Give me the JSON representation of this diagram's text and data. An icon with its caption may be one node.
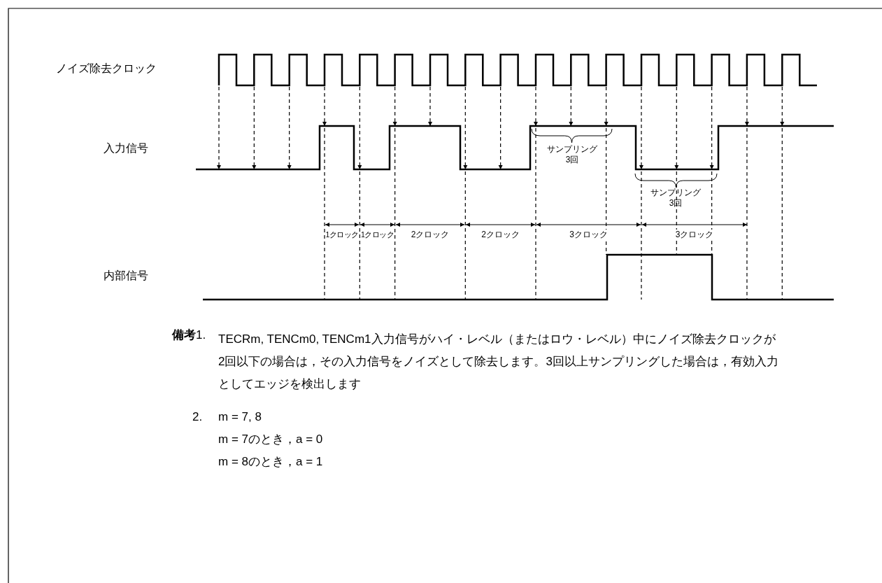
{
  "diagram": {
    "labels": [
      "ノイズ除去クロック",
      "入力信号",
      "サンプリング3回",
      "サンプリング3回",
      "1クロック",
      "1クロック",
      "2クロック",
      "2クロック",
      "3クロック",
      "3クロック",
      "内部信号",
      "**備考**1.",
      "TECRm, TENCm0, TENCm1入力信号がハイ・レベル（またはロウ・レベル）中にノイズ除去クロックが2回以下の場合は，その入力信号をノイズとして除去します。3回以上サンプリングした場合は，有効入力としてエッジを検出します",
      "2.",
      "m = 7, 8",
      "m = 7のとき，a = 0",
      "m = 8のとき，a = 1"
    ]
  }
}
